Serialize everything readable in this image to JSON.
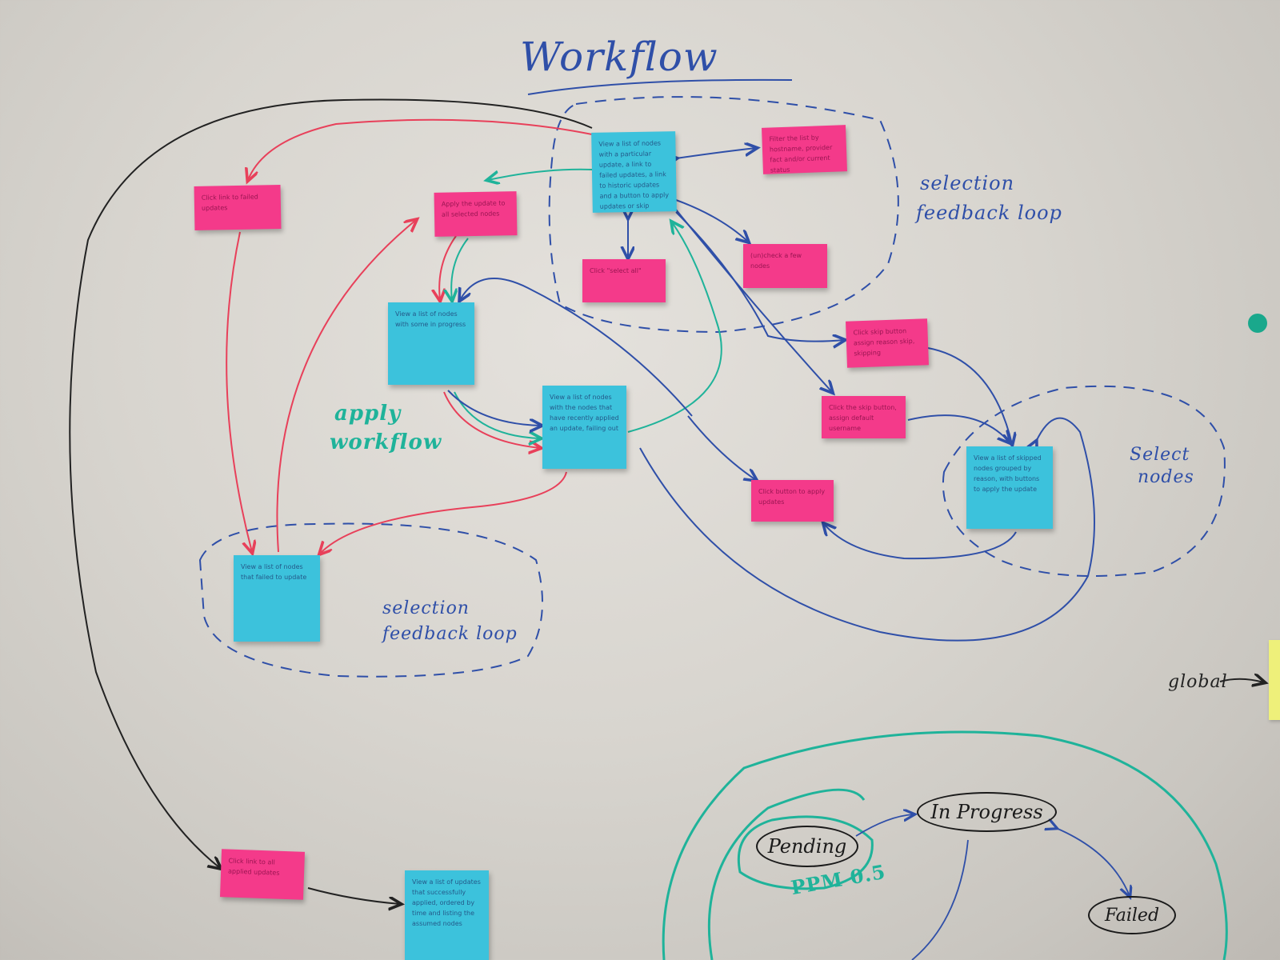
{
  "board": {
    "title": "Workflow",
    "labels": {
      "selection_loop_top": [
        "selection",
        "feedback loop"
      ],
      "selection_loop_bottom": [
        "selection",
        "feedback loop"
      ],
      "apply_workflow": [
        "apply",
        "workflow"
      ],
      "select_nodes": [
        "Select",
        "nodes"
      ],
      "global": "global"
    },
    "notes": {
      "view_nodes_update": "View a list of nodes with a particular update, a link to failed updates, a link to historic updates and a button to apply updates or skip updates",
      "filter_list": "Filter the list by hostname, provider fact and/or current status",
      "click_link_failed": "Click link to failed updates",
      "apply_update": "Apply the update to all selected nodes",
      "click_select_all": "Click \"select all\"",
      "uncheck_nodes": "(un)check a few nodes",
      "view_in_progress": "View a list of nodes with some in progress",
      "click_skip_reason": "Click skip button assign reason skip, skipping",
      "view_recently_applied": "View a list of nodes with the nodes that have recently applied an update, failing out",
      "click_skip_default": "Click the skip button, assign default username",
      "view_skipped": "View a list of skipped nodes grouped by reason, with buttons to apply the update",
      "click_button_apply": "Click button to apply updates",
      "view_failed": "View a list of nodes that failed to update",
      "click_link_history": "Click link to all applied updates",
      "view_successful": "View a list of updates that successfully applied, ordered by time and listing the assumed nodes"
    },
    "states": {
      "pending": "Pending",
      "in_progress": "In Progress",
      "failed": "Failed",
      "ppm": "PPM 0.5"
    },
    "colors": {
      "blue_note": "#3cc2dc",
      "pink_note": "#f43a8a",
      "red_arrow": "#e8405a",
      "blue_arrow": "#2f4fa8",
      "green_arrow": "#1fb39a",
      "black_arrow": "#222222"
    }
  }
}
